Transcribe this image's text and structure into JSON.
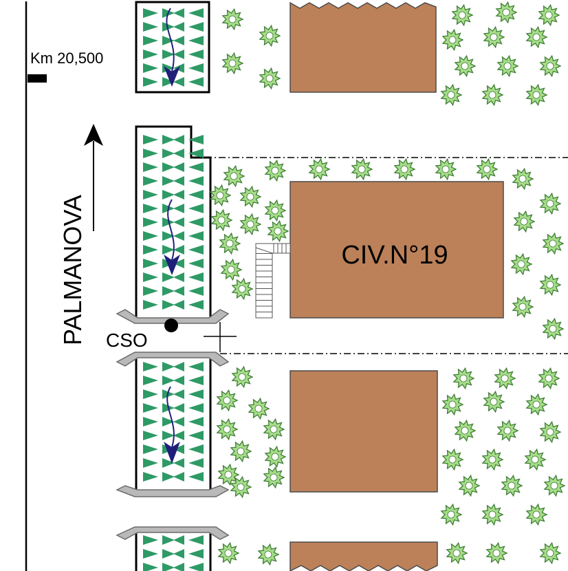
{
  "labels": {
    "km_marker": "Km 20,500",
    "road_direction": "PALMANOVA",
    "overflow": "CSO",
    "building": "CIV.N°19"
  },
  "colors": {
    "building_fill": "#bc8159",
    "building_stroke": "#4a4a4a",
    "ditch_green": "#2e9a66",
    "flow_arrow": "#1f1f7a",
    "culvert_gray": "#b9b9b9",
    "shrub_fill": "#a6dc88",
    "shrub_stroke": "#3d7d35"
  },
  "icons": {
    "flow": "flow-direction-arrow",
    "shrub": "shrub-icon",
    "north": "direction-arrow-icon",
    "manhole": "manhole-icon"
  }
}
